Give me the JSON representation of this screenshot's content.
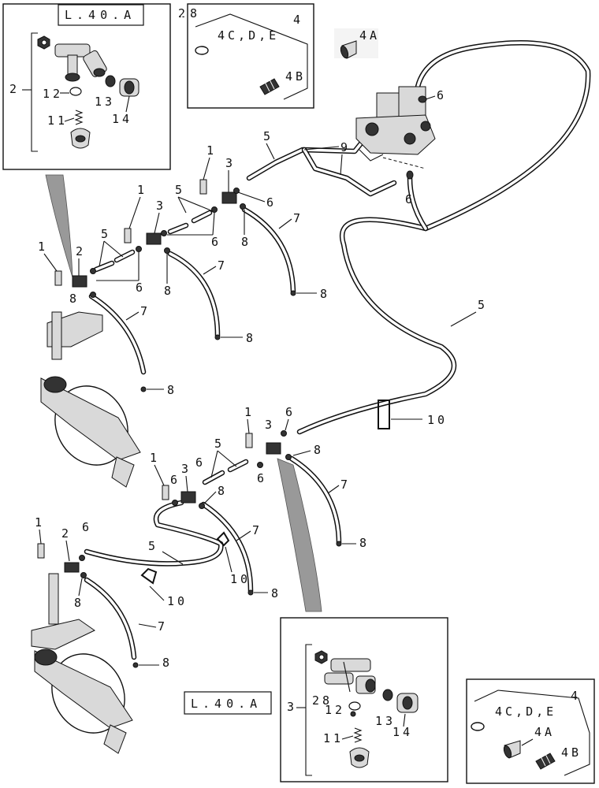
{
  "ref_tags": {
    "top_left": "L.40.A",
    "top_mid": "[28]",
    "bottom_mid": "L.40.A"
  },
  "callouts": {
    "c1": "1",
    "c2": "2",
    "c3": "3",
    "c4": "4",
    "c5": "5",
    "c6": "6",
    "c7": "7",
    "c8": "8",
    "c9": "9",
    "c10": "10",
    "c11": "11",
    "c12": "12",
    "c13": "13",
    "c14": "14",
    "c28": "28",
    "c4a": "4A",
    "c4b": "4B",
    "c4cde": "4C,D,E"
  },
  "icons": [
    "nozzle-body-icon",
    "hose-barb-icon",
    "nozzle-cap-icon",
    "spring-icon",
    "o-ring-icon",
    "valve-assembly-icon",
    "row-unit-icon",
    "bracket-icon",
    "hose-icon"
  ]
}
